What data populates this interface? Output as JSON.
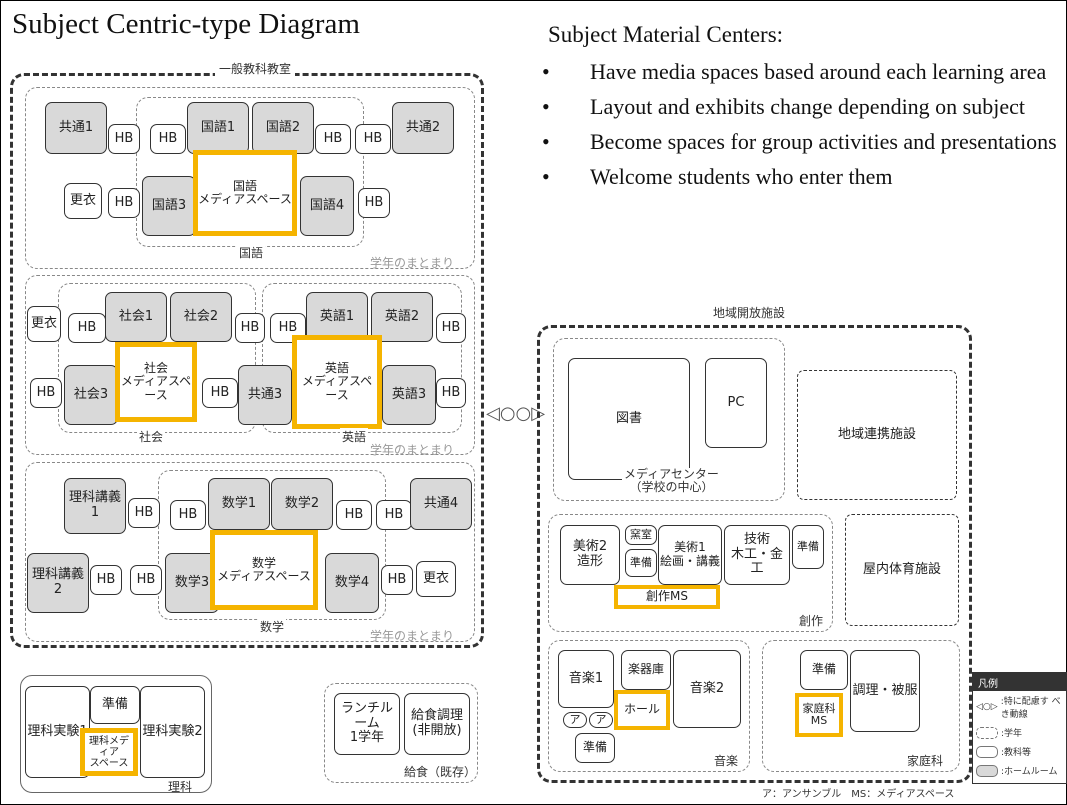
{
  "title": "Subject Centric-type Diagram",
  "heading": "Subject Material Centers:",
  "bullets": [
    "Have media spaces based around each learning area",
    "Layout and exhibits change depending on subject",
    "Become spaces for group activities and presentations",
    "Welcome students who enter them"
  ],
  "left_area_label": "一般教科教室",
  "grade_group": "学年のまとまり",
  "row1": {
    "common1": "共通1",
    "hb": "HB",
    "kokugo1": "国語1",
    "kokugo2": "国語2",
    "common2": "共通2",
    "changing": "更衣",
    "kokugo3": "国語3",
    "kokugo_media": "国語\nメディアスペース",
    "kokugo4": "国語4",
    "label": "国語"
  },
  "row2": {
    "changing": "更衣",
    "hb": "HB",
    "shakai1": "社会1",
    "shakai2": "社会2",
    "eigo1": "英語1",
    "eigo2": "英語2",
    "shakai3": "社会3",
    "shakai_media": "社会\nメディアスペース",
    "common3": "共通3",
    "eigo_media": "英語\nメディアスペース",
    "eigo3": "英語3",
    "label_shakai": "社会",
    "label_eigo": "英語"
  },
  "row3": {
    "rika1": "理科講義\n1",
    "hb": "HB",
    "sugaku1": "数学1",
    "sugaku2": "数学2",
    "common4": "共通4",
    "rika2": "理科講義\n2",
    "sugaku3": "数学3",
    "sugaku_media": "数学\nメディアスペース",
    "sugaku4": "数学4",
    "changing": "更衣",
    "label": "数学"
  },
  "science": {
    "prep": "準備",
    "lab1": "理科実験1",
    "lab2": "理科実験2",
    "media": "理科メディア\nスペース",
    "label": "理科"
  },
  "lunch": {
    "homeroom": "ランチルーム\n1学年",
    "kitchen": "給食調理\n(非開放)",
    "label": "給食（既存）"
  },
  "arrow": "◁○○▷",
  "right_area_label": "地域開放施設",
  "media_center": {
    "library": "図書",
    "pc": "PC",
    "label": "メディアセンター\n（学校の中心）",
    "community": "地域連携施設"
  },
  "creative": {
    "art2": "美術2\n造形",
    "kiln": "窯室",
    "prep": "準備",
    "art1": "美術1\n絵画・講義",
    "tech": "技術\n木工・金工",
    "prep2": "準備",
    "ms": "創作MS",
    "label": "創作",
    "gym": "屋内体育施設"
  },
  "music": {
    "music1": "音楽1",
    "instruments": "楽器庫",
    "hall": "ホール",
    "music2": "音楽2",
    "a1": "ア",
    "a2": "ア",
    "prep": "準備",
    "label": "音楽"
  },
  "homeec": {
    "prep": "準備",
    "cooking": "調理・被服",
    "ms": "家庭科\nMS",
    "label": "家庭科"
  },
  "footnote": "ア：アンサンブル　MS：メディアスペース",
  "legend": {
    "title": "凡例",
    "arrow_desc": ":特に配慮す べき動線",
    "grade": ":学年",
    "subject": ":教科等",
    "homeroom": ":ホームルーム"
  },
  "colors": {
    "accent": "#f5b400",
    "room_gray": "#d9d9d9"
  }
}
